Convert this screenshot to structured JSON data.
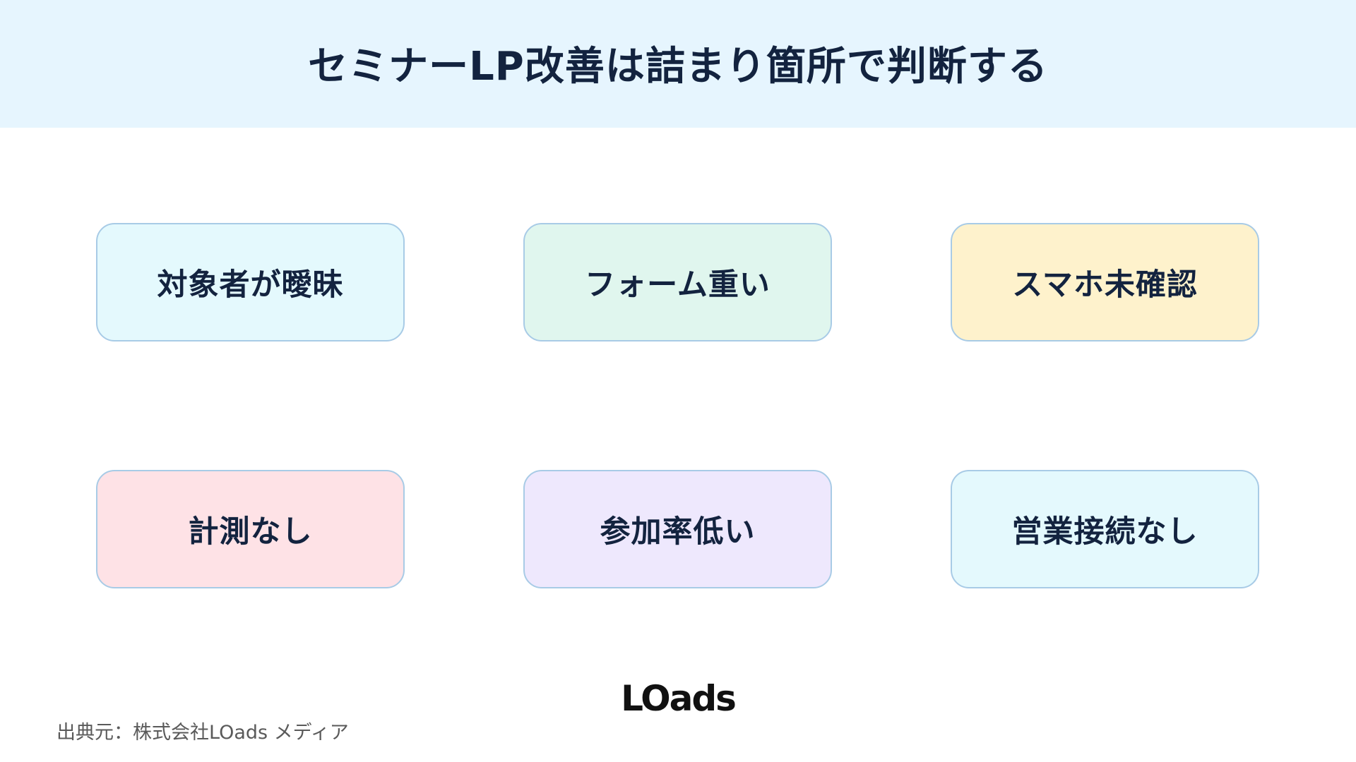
{
  "header": {
    "title": "セミナーLP改善は詰まり箇所で判断する",
    "background": "#e6f5fe"
  },
  "cards": [
    {
      "label": "対象者が曖昧",
      "color": "#e4f9fd"
    },
    {
      "label": "フォーム重い",
      "color": "#e0f6ee"
    },
    {
      "label": "スマホ未確認",
      "color": "#fef2cc"
    },
    {
      "label": "計測なし",
      "color": "#fee2e6"
    },
    {
      "label": "参加率低い",
      "color": "#eee8fd"
    },
    {
      "label": "営業接続なし",
      "color": "#e4f9fd"
    }
  ],
  "logo": {
    "text": "LOads"
  },
  "footer": {
    "source": "出典元：株式会社LOads メディア"
  }
}
